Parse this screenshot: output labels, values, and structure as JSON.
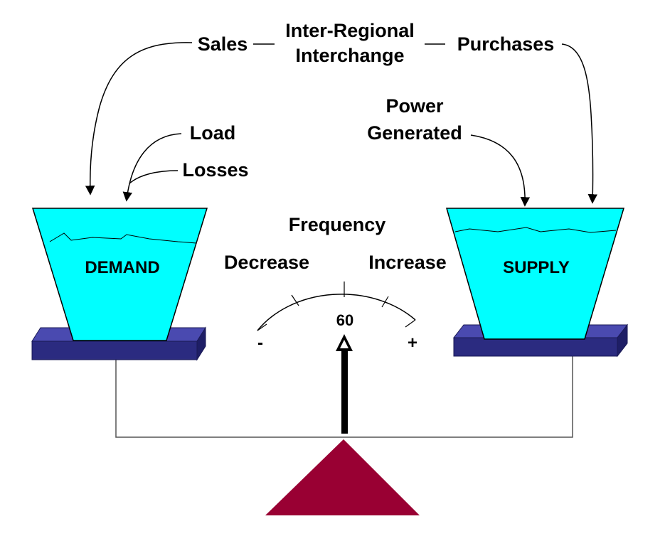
{
  "labels": {
    "sales": "Sales",
    "inter_regional_line1": "Inter-Regional",
    "inter_regional_line2": "Interchange",
    "purchases": "Purchases",
    "load": "Load",
    "losses": "Losses",
    "power_line1": "Power",
    "power_line2": "Generated",
    "frequency": "Frequency",
    "decrease": "Decrease",
    "increase": "Increase",
    "demand": "DEMAND",
    "supply": "SUPPLY",
    "gauge_value": "60",
    "minus": "-",
    "plus": "+"
  },
  "colors": {
    "bucket_fill": "#00ffff",
    "platform_top": "#3b3b9a",
    "platform_front": "#2a2a7a",
    "fulcrum": "#990033",
    "needle": "#000000"
  }
}
